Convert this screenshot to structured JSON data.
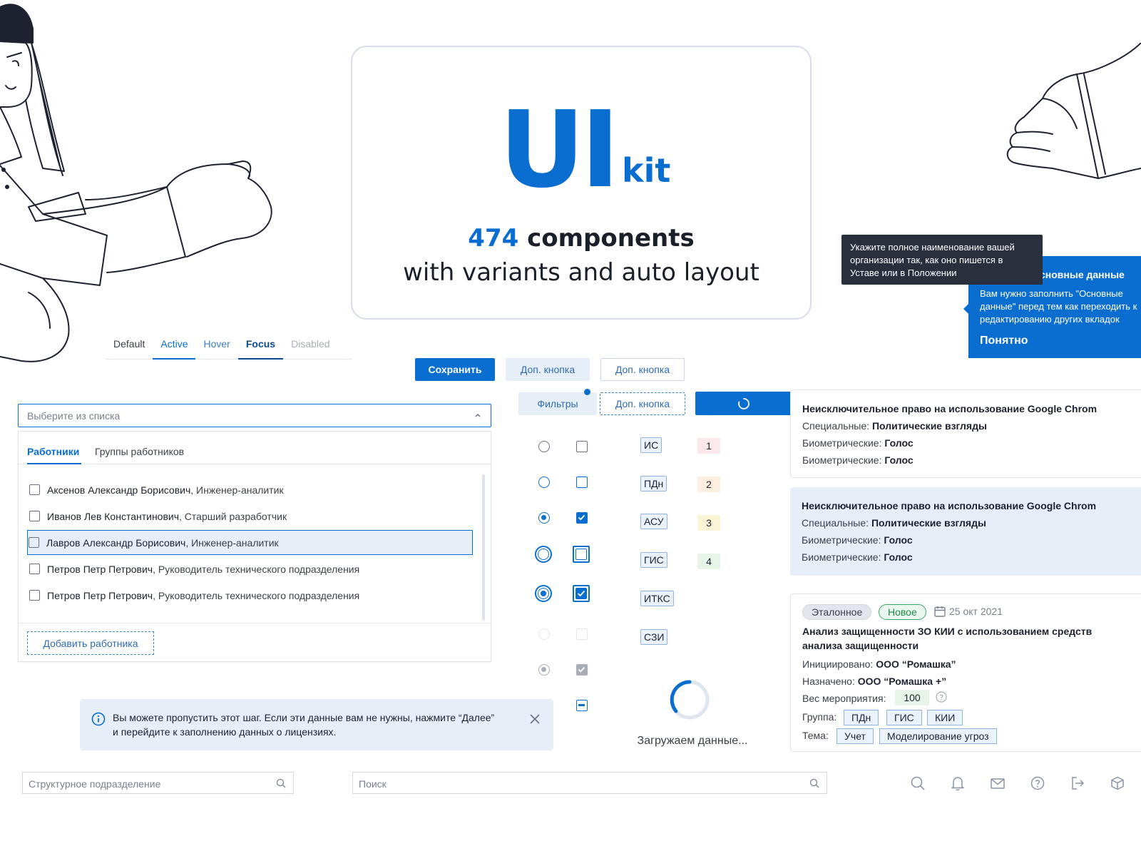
{
  "hero": {
    "ui": "UI",
    "kit": "kit",
    "count": "474",
    "components": "components",
    "subtitle": "with variants and auto layout"
  },
  "tab_states": [
    "Default",
    "Active",
    "Hover",
    "Focus",
    "Disabled"
  ],
  "buttons": {
    "save": "Сохранить",
    "extra1": "Доп. кнопка",
    "extra2": "Доп. кнопка",
    "filters": "Фильтры",
    "extra3": "Доп. кнопка"
  },
  "select": {
    "placeholder": "Выберите из списка",
    "tabs": [
      "Работники",
      "Группы работников"
    ],
    "items": [
      {
        "name": "Аксенов Александр Борисович",
        "position": ", Инженер-аналитик"
      },
      {
        "name": "Иванов Лев Константинович",
        "position": ", Старший разработчик"
      },
      {
        "name": "Лавров Александр Борисович",
        "position": ", Инженер-аналитик"
      },
      {
        "name": "Петров Петр Петрович",
        "position": ", Руководитель технического подразделения"
      },
      {
        "name": "Петров Петр Петрович",
        "position": ", Руководитель технического подразделения"
      }
    ],
    "add_button": "Добавить работника"
  },
  "alert": {
    "text": "Вы можете пропустить этот шаг. Если эти данные вам не нужны, нажмите “Далее” и перейдите к заполнению данных о лицензиях."
  },
  "tags": [
    "ИС",
    "ПДн",
    "АСУ",
    "ГИС",
    "ИТКС",
    "СЗИ"
  ],
  "numbers": [
    "1",
    "2",
    "3",
    "4"
  ],
  "loading": "Загружаем данные...",
  "tooltip": "Укажите полное наименование вашей организации так, как оно пишется в Уставе или в Положении",
  "popover": {
    "title": "сновные данные",
    "text": "Вам нужно заполнить \"Основные данные\" перед тем как переходить к редактированию других вкладок",
    "ok": "Понятно"
  },
  "cards": [
    {
      "title": "Неисключительное право на использование Google Chrom",
      "rows": [
        {
          "label": "Специальные: ",
          "value": "Политические взгляды"
        },
        {
          "label": "Биометрические: ",
          "value": "Голос"
        },
        {
          "label": "Биометрические: ",
          "value": "Голос"
        }
      ]
    },
    {
      "title": "Неисключительное право на использование Google Chrom",
      "rows": [
        {
          "label": "Специальные: ",
          "value": "Политические взгляды"
        },
        {
          "label": "Биометрические: ",
          "value": "Голос"
        },
        {
          "label": "Биометрические: ",
          "value": "Голос"
        }
      ]
    }
  ],
  "event_card": {
    "badge_std": "Эталонное",
    "badge_new": "Новое",
    "date": "25 окт 2021",
    "title": "Анализ защищенности ЗО КИИ с использованием средств анализа защищенности",
    "initiated_label": "Инициировано: ",
    "initiated_value": "ООО “Ромашка”",
    "assigned_label": "Назначено: ",
    "assigned_value": "ООО “Ромашка +”",
    "weight_label": "Вес мероприятия:",
    "weight_value": "100",
    "group_label": "Группа:",
    "groups": [
      "ПДн",
      "ГИС",
      "КИИ"
    ],
    "topic_label": "Тема:",
    "topics": [
      "Учет",
      "Моделирование угроз"
    ]
  },
  "search": {
    "unit_placeholder": "Структурное подразделение",
    "main_placeholder": "Поиск"
  },
  "colors": {
    "primary": "#0a6ed1",
    "primary_light": "#e6eef8",
    "dark_tooltip": "#2a2f3d",
    "success": "#39a866"
  }
}
